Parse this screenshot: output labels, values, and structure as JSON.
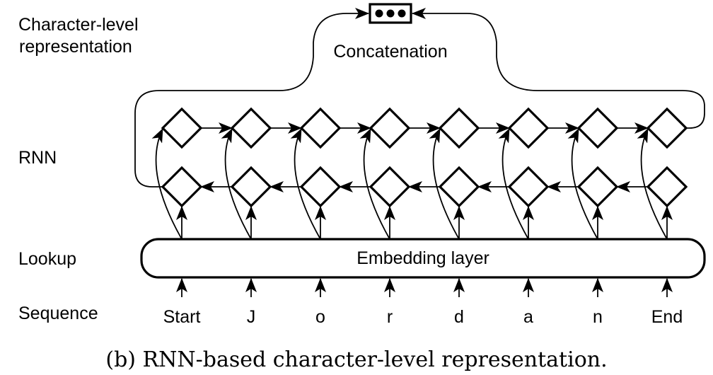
{
  "row_labels": {
    "representation_line1": "Character-level",
    "representation_line2": "representation",
    "rnn": "RNN",
    "lookup": "Lookup",
    "sequence": "Sequence"
  },
  "concatenation": {
    "label": "Concatenation",
    "icon": "ellipsis-vector-icon"
  },
  "embedding": {
    "label": "Embedding layer"
  },
  "tokens": [
    "Start",
    "J",
    "o",
    "r",
    "d",
    "a",
    "n",
    "End"
  ],
  "rnn": {
    "forward_direction": "left-to-right",
    "backward_direction": "right-to-left",
    "cell_shape": "diamond"
  },
  "caption": "(b)  RNN-based character-level representation."
}
